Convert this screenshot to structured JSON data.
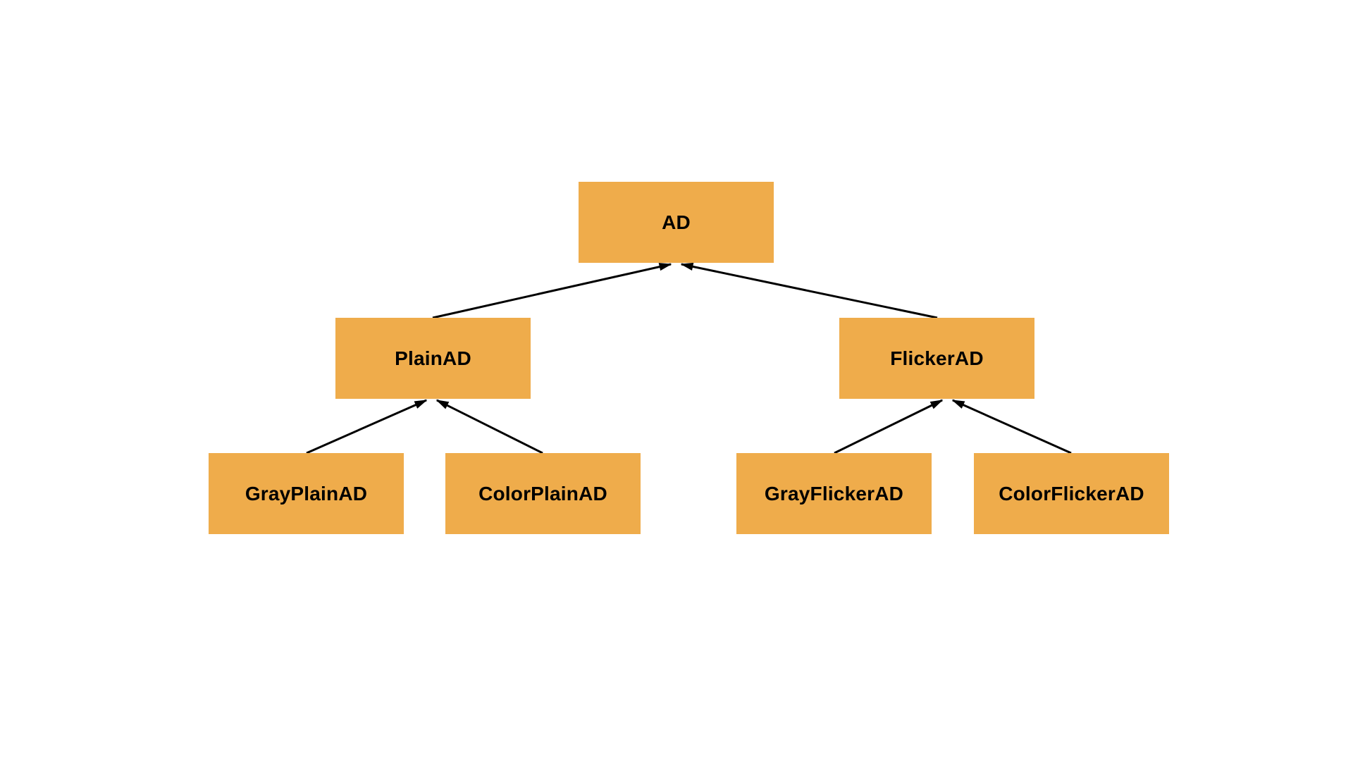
{
  "diagram": {
    "type": "tree",
    "node_fill_color": "#EFAC4B",
    "edge_color": "#000000",
    "nodes": [
      {
        "id": "ad",
        "label": "AD"
      },
      {
        "id": "plain-ad",
        "label": "PlainAD"
      },
      {
        "id": "flicker-ad",
        "label": "FlickerAD"
      },
      {
        "id": "gray-plain-ad",
        "label": "GrayPlainAD"
      },
      {
        "id": "color-plain-ad",
        "label": "ColorPlainAD"
      },
      {
        "id": "gray-flicker-ad",
        "label": "GrayFlickerAD"
      },
      {
        "id": "color-flicker-ad",
        "label": "ColorFlickerAD"
      }
    ],
    "edges": [
      {
        "from": "PlainAD",
        "to": "AD"
      },
      {
        "from": "FlickerAD",
        "to": "AD"
      },
      {
        "from": "GrayPlainAD",
        "to": "PlainAD"
      },
      {
        "from": "ColorPlainAD",
        "to": "PlainAD"
      },
      {
        "from": "GrayFlickerAD",
        "to": "FlickerAD"
      },
      {
        "from": "ColorFlickerAD",
        "to": "FlickerAD"
      }
    ]
  }
}
